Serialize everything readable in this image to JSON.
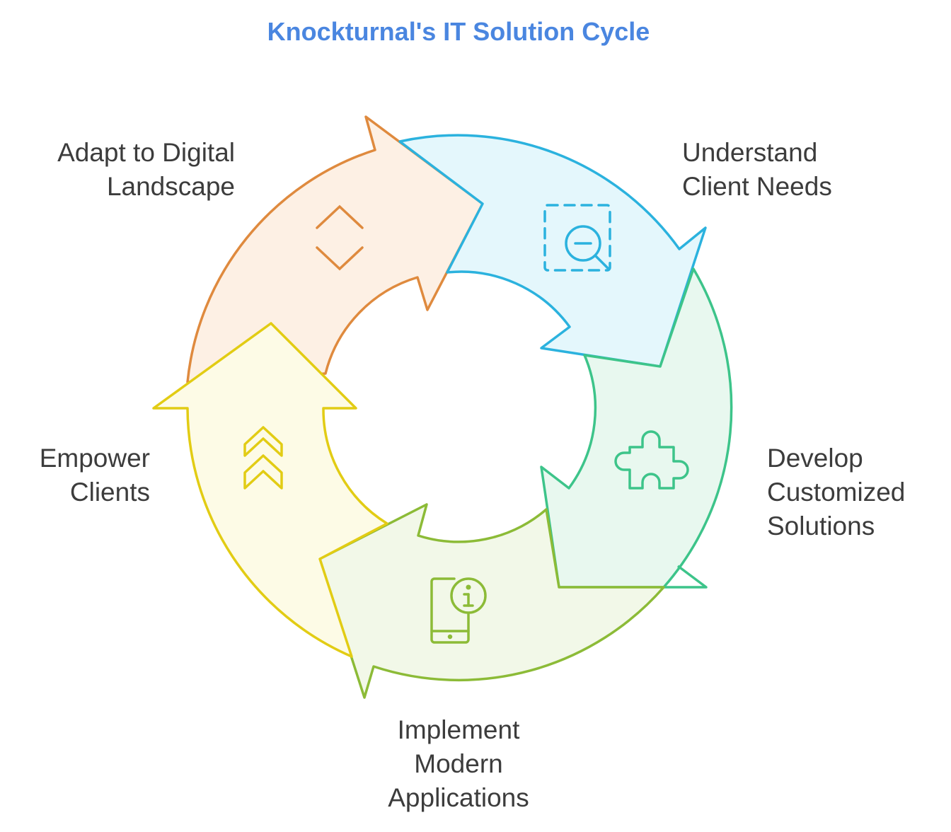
{
  "title": "Knockturnal's IT Solution Cycle",
  "steps": [
    {
      "lines": [
        "Understand",
        "Client Needs"
      ],
      "icon": "magnifier-icon",
      "color": "#2bb2de",
      "fill": "#e4f7fc"
    },
    {
      "lines": [
        "Develop",
        "Customized",
        "Solutions"
      ],
      "icon": "puzzle-icon",
      "color": "#3dc48a",
      "fill": "#e8f8ef"
    },
    {
      "lines": [
        "Implement",
        "Modern",
        "Applications"
      ],
      "icon": "mobile-info-icon",
      "color": "#8cbb37",
      "fill": "#f2f8e8"
    },
    {
      "lines": [
        "Empower",
        "Clients"
      ],
      "icon": "chevrons-up-icon",
      "color": "#e2cc14",
      "fill": "#fdfbe6"
    },
    {
      "lines": [
        "Adapt to Digital",
        "Landscape"
      ],
      "icon": "diamond-icon",
      "color": "#df8a3e",
      "fill": "#fdf0e4"
    }
  ]
}
